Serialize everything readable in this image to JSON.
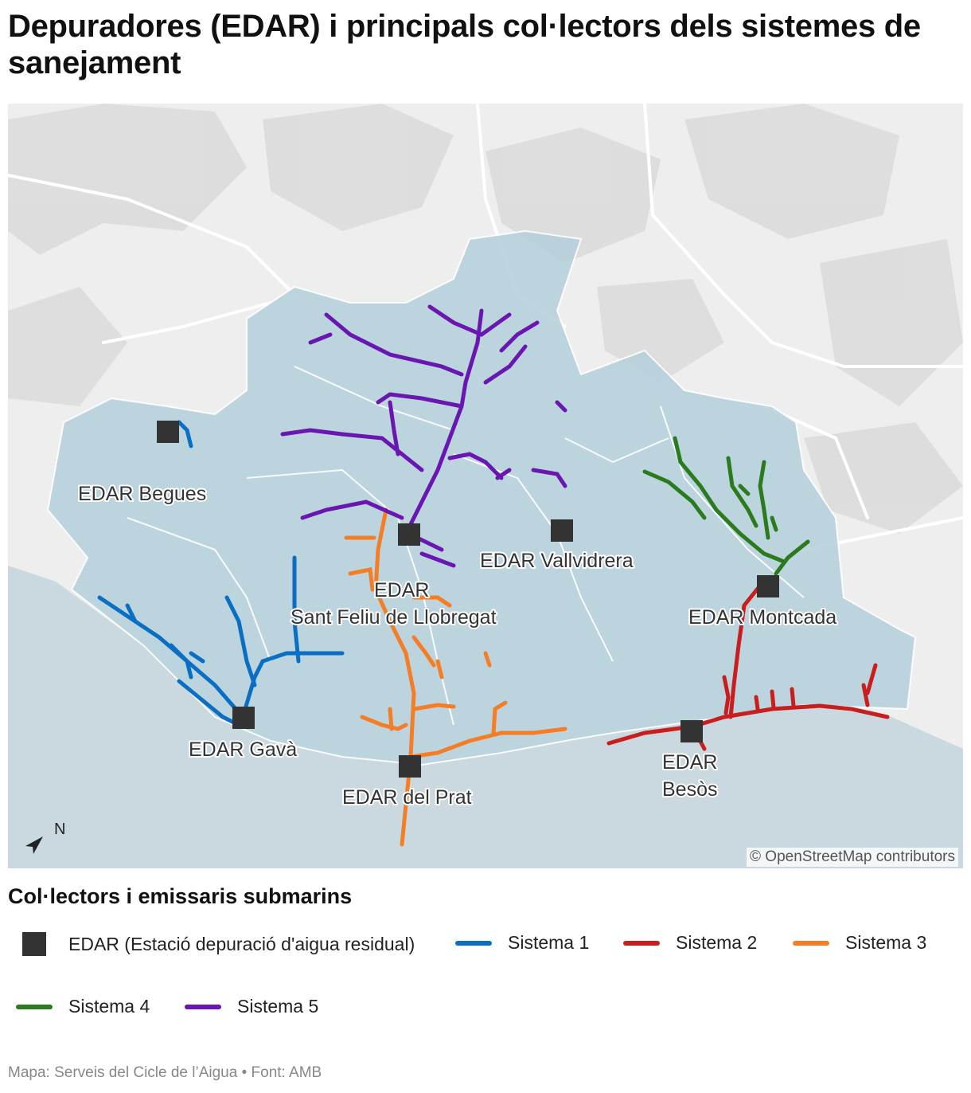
{
  "title": "Depuradores (EDAR) i principals col·lectors dels sistemes de sanejament",
  "map": {
    "attribution": "© OpenStreetMap contributors",
    "north_label": "N",
    "edar_labels": {
      "begues": "EDAR Begues",
      "vallvidrera": "EDAR Vallvidrera",
      "sant_feliu_1": "EDAR",
      "sant_feliu_2": "Sant Feliu de Llobregat",
      "montcada": "EDAR Montcada",
      "gava": "EDAR Gavà",
      "prat": "EDAR del Prat",
      "besos_1": "EDAR",
      "besos_2": "Besòs"
    },
    "colors": {
      "sistema_1": "#0a6fc2",
      "sistema_2": "#c81e1e",
      "sistema_3": "#f57d26",
      "sistema_4": "#2a7a1e",
      "sistema_5": "#6a16b0",
      "edar": "#333333",
      "sea": "#c9d9df",
      "land": "#f0f0f0",
      "catchment": "#b4d0dc"
    }
  },
  "legend": {
    "title": "Col·lectors i emissaris submarins",
    "items": [
      {
        "label": "EDAR (Estació depuració d'aigua residual)",
        "symbol": "square",
        "color": "#333333"
      },
      {
        "label": "Sistema 1",
        "symbol": "line",
        "color": "#0a6fc2"
      },
      {
        "label": "Sistema 2",
        "symbol": "line",
        "color": "#c81e1e"
      },
      {
        "label": "Sistema 3",
        "symbol": "line",
        "color": "#f57d26"
      },
      {
        "label": "Sistema 4",
        "symbol": "line",
        "color": "#2a7a1e"
      },
      {
        "label": "Sistema 5",
        "symbol": "line",
        "color": "#6a16b0"
      }
    ]
  },
  "footer": "Mapa: Serveis del Cicle de l’Aigua • Font: AMB"
}
